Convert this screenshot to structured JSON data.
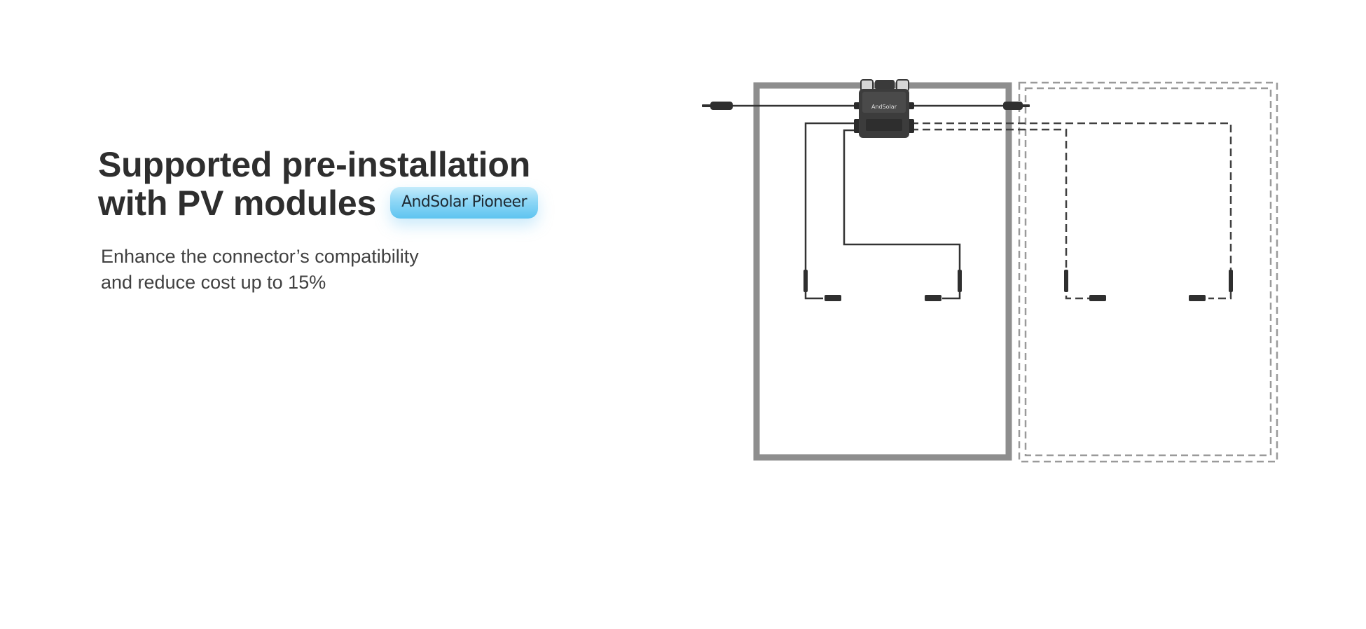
{
  "headline": {
    "line1": "Supported pre-installation",
    "line2": "with PV modules",
    "badge": "AndSolar Pioneer"
  },
  "subtitle": {
    "line1": "Enhance the connector’s compatibility",
    "line2": "and reduce cost up to 15%"
  },
  "diagram": {
    "device_brand": "AndSolar"
  },
  "colors": {
    "headline": "#2e2e2e",
    "subtitle": "#404040",
    "badge_gradient_top": "#c4ecfb",
    "badge_gradient_bottom": "#5ec4f0",
    "panel_frame": "#8e8e8e",
    "dashed_frame": "#9a9a9a",
    "cable": "#333333",
    "device_body": "#3c3c3c"
  }
}
